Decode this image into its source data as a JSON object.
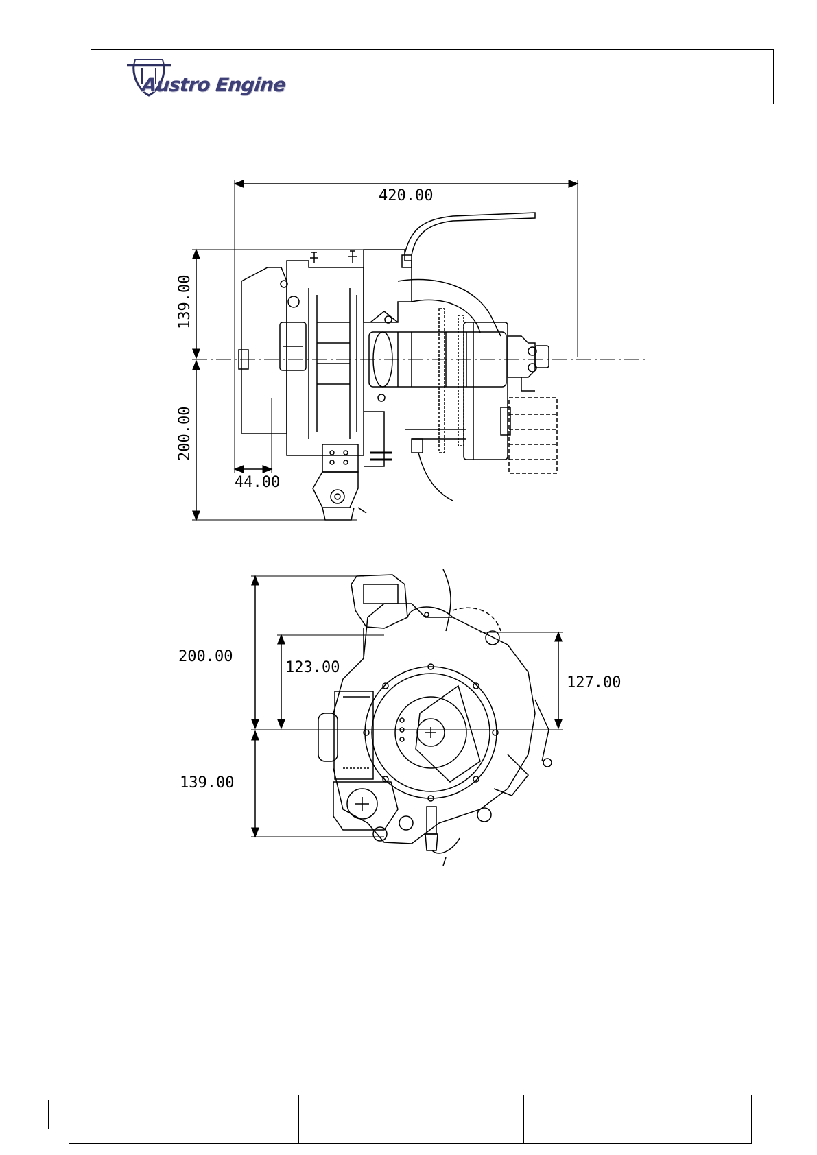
{
  "header": {
    "logo": {
      "text": "Austro Engine",
      "icon": "austro-shield-logo-icon"
    },
    "cell_2": "",
    "cell_3": ""
  },
  "drawing_side": {
    "dim_overall_length": "420.00",
    "dim_above_axis": "139.00",
    "dim_below_axis": "200.00",
    "dim_offset": "44.00"
  },
  "drawing_front": {
    "dim_top_total": "200.00",
    "dim_top_inner": "123.00",
    "dim_right": "127.00",
    "dim_bottom": "139.00"
  },
  "footer": {
    "cell_1": "",
    "cell_2": "",
    "cell_3": ""
  }
}
